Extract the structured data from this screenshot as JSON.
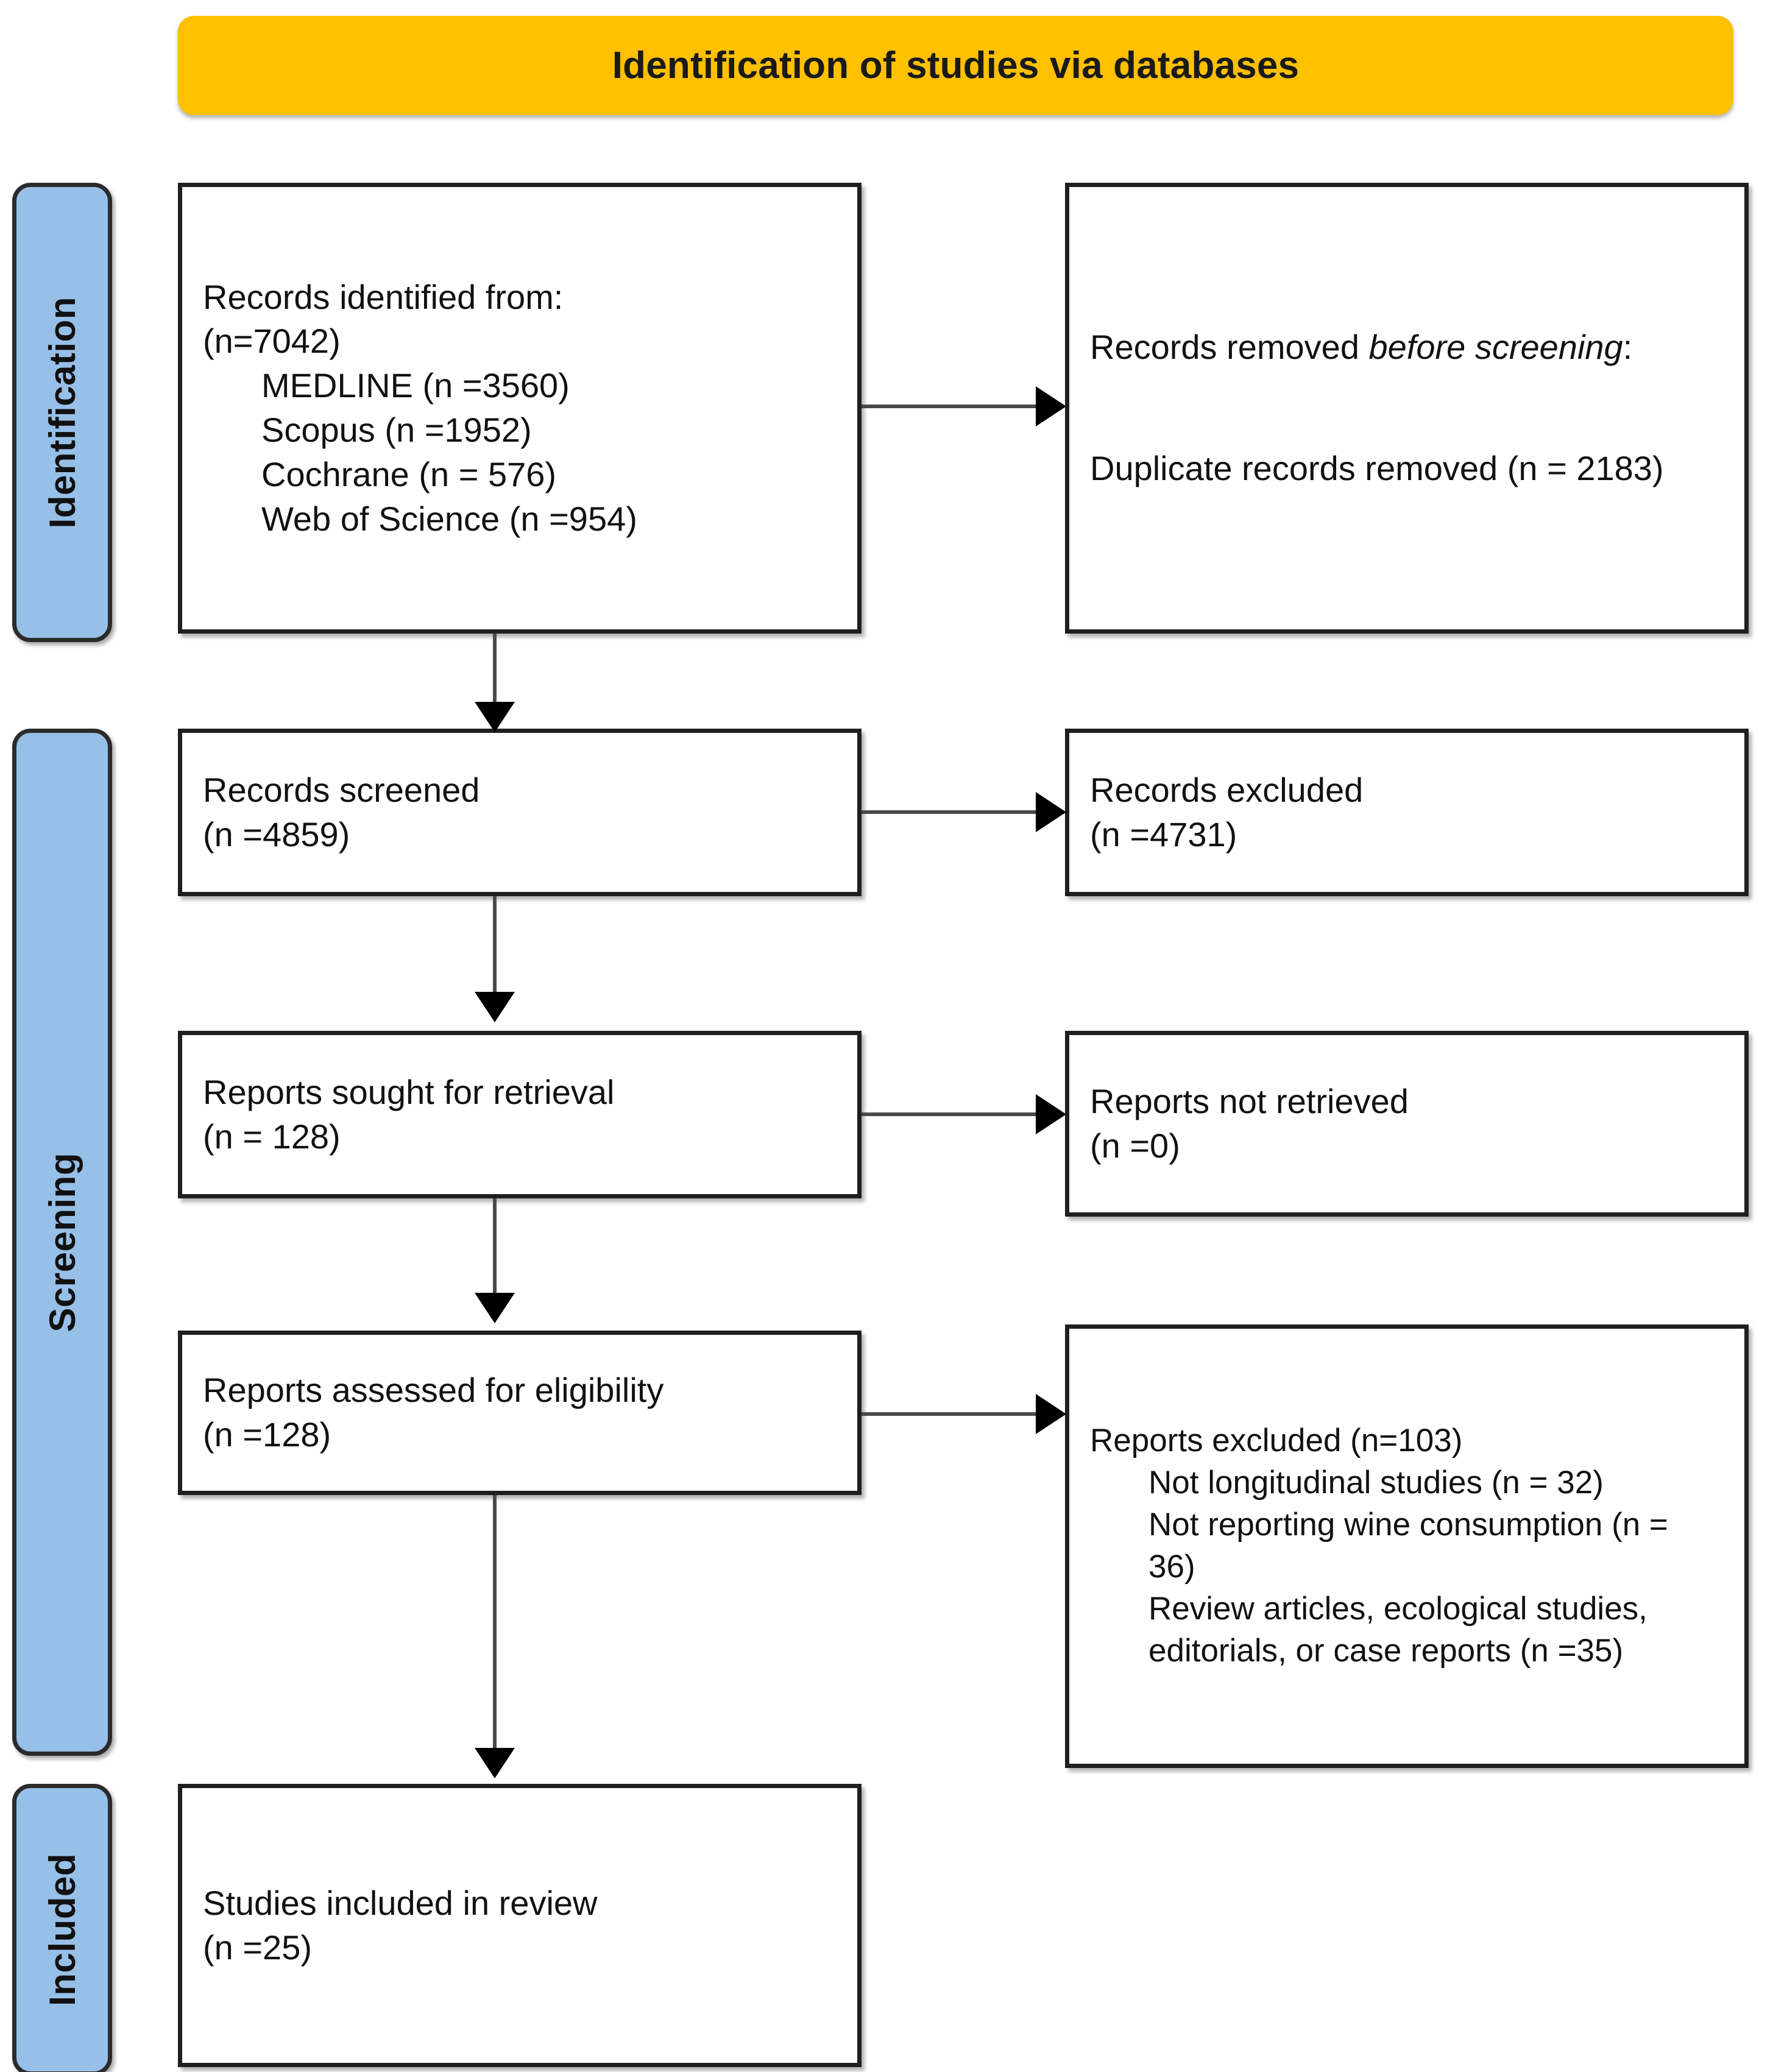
{
  "banner": {
    "title": "Identification of studies via databases",
    "color": "#FFC000"
  },
  "stages": {
    "color": "#97C0E8",
    "identification": "Identification",
    "screening": "Screening",
    "included": "Included"
  },
  "boxes": {
    "identified": {
      "heading": "Records identified from:",
      "total": "(n=7042)",
      "sources": [
        "MEDLINE (n =3560)",
        "Scopus (n =1952)",
        "Cochrane (n = 576)",
        "Web of Science (n =954)"
      ]
    },
    "removed": {
      "heading_lead": "Records removed ",
      "heading_italic": "before screening",
      "heading_tail": ":",
      "detail": "Duplicate records removed (n = 2183)"
    },
    "screened": {
      "label": "Records screened",
      "count": "(n =4859)"
    },
    "records_excluded": {
      "label": "Records excluded",
      "count": "(n =4731)"
    },
    "sought": {
      "label": "Reports sought for retrieval",
      "count": "(n = 128)"
    },
    "not_retrieved": {
      "label": "Reports not retrieved",
      "count": "(n =0)"
    },
    "assessed": {
      "label": "Reports assessed for eligibility",
      "count": "(n =128)"
    },
    "reports_excluded": {
      "heading": "Reports excluded (n=103)",
      "reasons": [
        "Not longitudinal studies (n = 32)",
        "Not reporting wine consumption (n = 36)",
        "Review articles, ecological studies, editorials, or case reports (n =35)"
      ]
    },
    "included": {
      "label": "Studies included in review",
      "count": "(n =25)"
    }
  },
  "chart_data": {
    "type": "diagram",
    "title": "Identification of studies via databases",
    "diagram_kind": "PRISMA 2020 flow diagram",
    "stages": [
      "Identification",
      "Screening",
      "Included"
    ],
    "nodes": [
      {
        "id": "identified",
        "stage": "Identification",
        "label": "Records identified from:",
        "n": 7042,
        "breakdown": [
          {
            "source": "MEDLINE",
            "n": 3560
          },
          {
            "source": "Scopus",
            "n": 1952
          },
          {
            "source": "Cochrane",
            "n": 576
          },
          {
            "source": "Web of Science",
            "n": 954
          }
        ]
      },
      {
        "id": "removed",
        "stage": "Identification",
        "label": "Records removed before screening: Duplicate records removed",
        "n": 2183
      },
      {
        "id": "screened",
        "stage": "Screening",
        "label": "Records screened",
        "n": 4859
      },
      {
        "id": "records_excluded",
        "stage": "Screening",
        "label": "Records excluded",
        "n": 4731
      },
      {
        "id": "sought",
        "stage": "Screening",
        "label": "Reports sought for retrieval",
        "n": 128
      },
      {
        "id": "not_retrieved",
        "stage": "Screening",
        "label": "Reports not retrieved",
        "n": 0
      },
      {
        "id": "assessed",
        "stage": "Screening",
        "label": "Reports assessed for eligibility",
        "n": 128
      },
      {
        "id": "reports_excluded",
        "stage": "Screening",
        "label": "Reports excluded",
        "n": 103,
        "breakdown": [
          {
            "reason": "Not longitudinal studies",
            "n": 32
          },
          {
            "reason": "Not reporting wine consumption",
            "n": 36
          },
          {
            "reason": "Review articles, ecological studies, editorials, or case reports",
            "n": 35
          }
        ]
      },
      {
        "id": "included",
        "stage": "Included",
        "label": "Studies included in review",
        "n": 25
      }
    ],
    "edges": [
      {
        "from": "identified",
        "to": "removed",
        "direction": "right"
      },
      {
        "from": "identified",
        "to": "screened",
        "direction": "down"
      },
      {
        "from": "screened",
        "to": "records_excluded",
        "direction": "right"
      },
      {
        "from": "screened",
        "to": "sought",
        "direction": "down"
      },
      {
        "from": "sought",
        "to": "not_retrieved",
        "direction": "right"
      },
      {
        "from": "sought",
        "to": "assessed",
        "direction": "down"
      },
      {
        "from": "assessed",
        "to": "reports_excluded",
        "direction": "right"
      },
      {
        "from": "assessed",
        "to": "included",
        "direction": "down"
      }
    ]
  }
}
